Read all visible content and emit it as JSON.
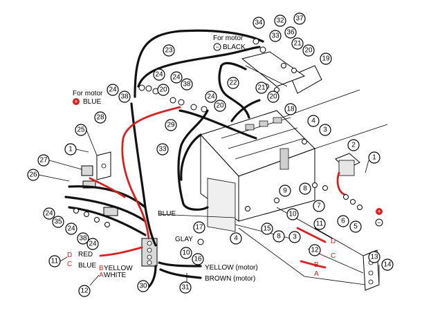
{
  "colors": {
    "wire_black": "#111111",
    "wire_red": "#d8201f",
    "label_red": "#d8201f"
  },
  "labels": {
    "for_motor_blue_line1": "For motor",
    "for_motor_blue_sign": "+",
    "for_motor_blue_line2": "BLUE",
    "for_motor_black_line1": "For motor",
    "for_motor_black_sign": "−",
    "for_motor_black_line2": "BLACK",
    "blue_wire": "BLUE",
    "glay": "GLAY",
    "red": "RED",
    "blue": "BLUE",
    "b_yellow_letter": "B",
    "b_yellow_word": "YELLOW",
    "a_white_letter": "A",
    "a_white_word": "WHITE",
    "yellow_motor": "YELLOW (motor)",
    "brown_motor": "BROWN (motor)",
    "d_left": "D",
    "c_left": "C",
    "d_right": "D",
    "c_right": "C",
    "b_right": "B",
    "a_right": "A",
    "plus_terminal": "+",
    "minus_terminal": "−"
  },
  "callouts": {
    "c1a": "1",
    "c1b": "1",
    "c2": "2",
    "c3a": "3",
    "c3b": "3",
    "c4a": "4",
    "c4b": "4",
    "c5": "5",
    "c6": "6",
    "c7": "7",
    "c8a": "8",
    "c8b": "8",
    "c9": "9",
    "c10a": "10",
    "c10b": "10",
    "c11a": "11",
    "c11b": "11",
    "c12a": "12",
    "c12b": "12",
    "c13": "13",
    "c14": "14",
    "c15": "15",
    "c16": "16",
    "c17": "17",
    "c18": "18",
    "c19": "19",
    "c20a": "20",
    "c20b": "20",
    "c20c": "20",
    "c20d": "20",
    "c21a": "21",
    "c21b": "21",
    "c22": "22",
    "c23": "23",
    "c24a": "24",
    "c24b": "24",
    "c24c": "24",
    "c24d": "24",
    "c24e": "24",
    "c24f": "24",
    "c25": "25",
    "c26": "26",
    "c27": "27",
    "c28": "28",
    "c29": "29",
    "c30": "30",
    "c31": "31",
    "c32": "32",
    "c33": "33",
    "c34": "34",
    "c35": "35",
    "c36": "36",
    "c37": "37",
    "c38a": "38",
    "c38b": "38",
    "c38c": "38"
  }
}
